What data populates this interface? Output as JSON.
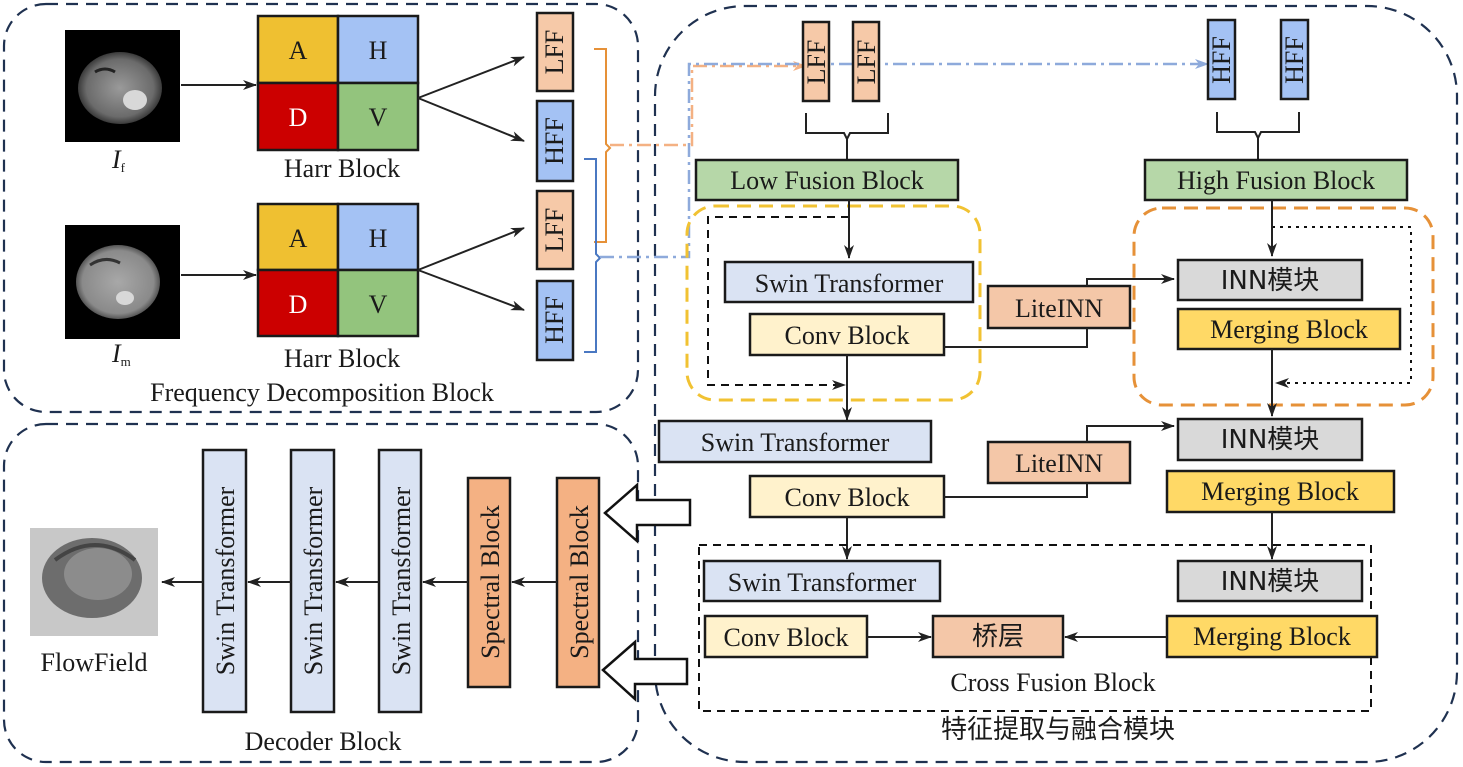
{
  "colors": {
    "approx": "#efc031",
    "horizontal": "#a4c2f4",
    "diagonal": "#cc0000",
    "vertical": "#93c47d",
    "lff": "#f6c9a8",
    "hff": "#a4c2f4",
    "fusion": "#b6d7a8",
    "swin": "#dae3f3",
    "conv": "#fff2cc",
    "liteinn": "#f4c7a8",
    "inn": "#d9d9d9",
    "merging": "#ffd966",
    "spectral": "#f4b183",
    "group_border": "#1f3150",
    "yellow_dash": "#f1c232",
    "orange_dash": "#e69138",
    "orange_link": "#f4b183",
    "blue_link": "#8eaadb"
  },
  "freq_block": {
    "title": "Frequency Decomposition Block",
    "input_fixed": {
      "symbol": "I",
      "sub": "f"
    },
    "input_moving": {
      "symbol": "I",
      "sub": "m"
    },
    "harr_label": "Harr Block",
    "cells": [
      "A",
      "H",
      "D",
      "V"
    ],
    "lff": "LFF",
    "hff": "HFF"
  },
  "fusion_module": {
    "title": "特征提取与融合模块",
    "lff": "LFF",
    "hff": "HFF",
    "low_fusion": "Low Fusion Block",
    "high_fusion": "High Fusion Block",
    "swin": "Swin Transformer",
    "conv": "Conv Block",
    "liteinn": "LiteINN",
    "inn": "INN模块",
    "merging": "Merging Block",
    "bridge": "桥层",
    "cross_fusion": "Cross Fusion Block"
  },
  "decoder": {
    "title": "Decoder Block",
    "output_label": "FlowField",
    "swin": "Swin Transformer",
    "spectral": "Spectral Block"
  }
}
